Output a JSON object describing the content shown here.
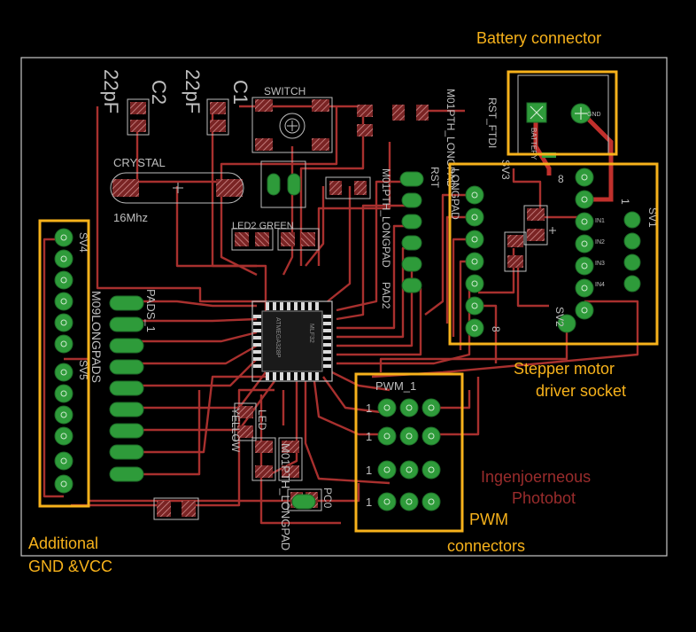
{
  "annotations": {
    "battery": "Battery connector",
    "stepper_line1": "Stepper motor",
    "stepper_line2": "driver socket",
    "pwm_line1": "PWM",
    "pwm_line2": "connectors",
    "additional_line1": "Additional",
    "additional_line2": "GND &VCC"
  },
  "silkscreen": {
    "cap_c2_value": "22pF",
    "cap_c2_name": "C2",
    "cap_c1_value": "22pF",
    "cap_c1_name": "C1",
    "switch": "SWITCH",
    "crystal": "CRYSTAL",
    "crystal_freq": "16Mhz",
    "led_green": "LED2 GREEN",
    "rst_ftdi": "RST_FTDI",
    "header_rst": "M01PTH_LONGPAD",
    "rst": "RST",
    "header_mid": "M01PTH_LONGPAD",
    "pad2": "PAD2",
    "sv3": "SV3",
    "longpad_top": "LONGPAD",
    "sv1": "SV1",
    "sv2": "SV2",
    "pin_8_top": "8",
    "pin_8_bottom": "8",
    "pin_1": "1",
    "sv4": "SV4",
    "sv5": "SV5",
    "m09_longpads": "M09LONGPADS",
    "pads_1": "PADS_1",
    "mcu": "ATMEGA328P",
    "mcu_note": "MLF32",
    "led_yellow": "LED",
    "yellow": "YELLOW",
    "header_bottom": "M01PTH_LONGPAD",
    "pc0": "PC0",
    "pwm_1": "PWM_1",
    "pwm_pin": "1",
    "ingen": "Ingenjoerneous",
    "photobot": "Photobot",
    "battery": "BATTERY",
    "gnd": "GND",
    "in1": "IN1",
    "in2": "IN2",
    "in3": "IN3",
    "in4": "IN4"
  },
  "colors": {
    "background": "#000000",
    "callout": "#f7b21b",
    "trace": "#a8302e",
    "pad": "#2e9b3a",
    "silkscreen": "#bfbfbf",
    "brand_text": "#9a2c2c"
  }
}
